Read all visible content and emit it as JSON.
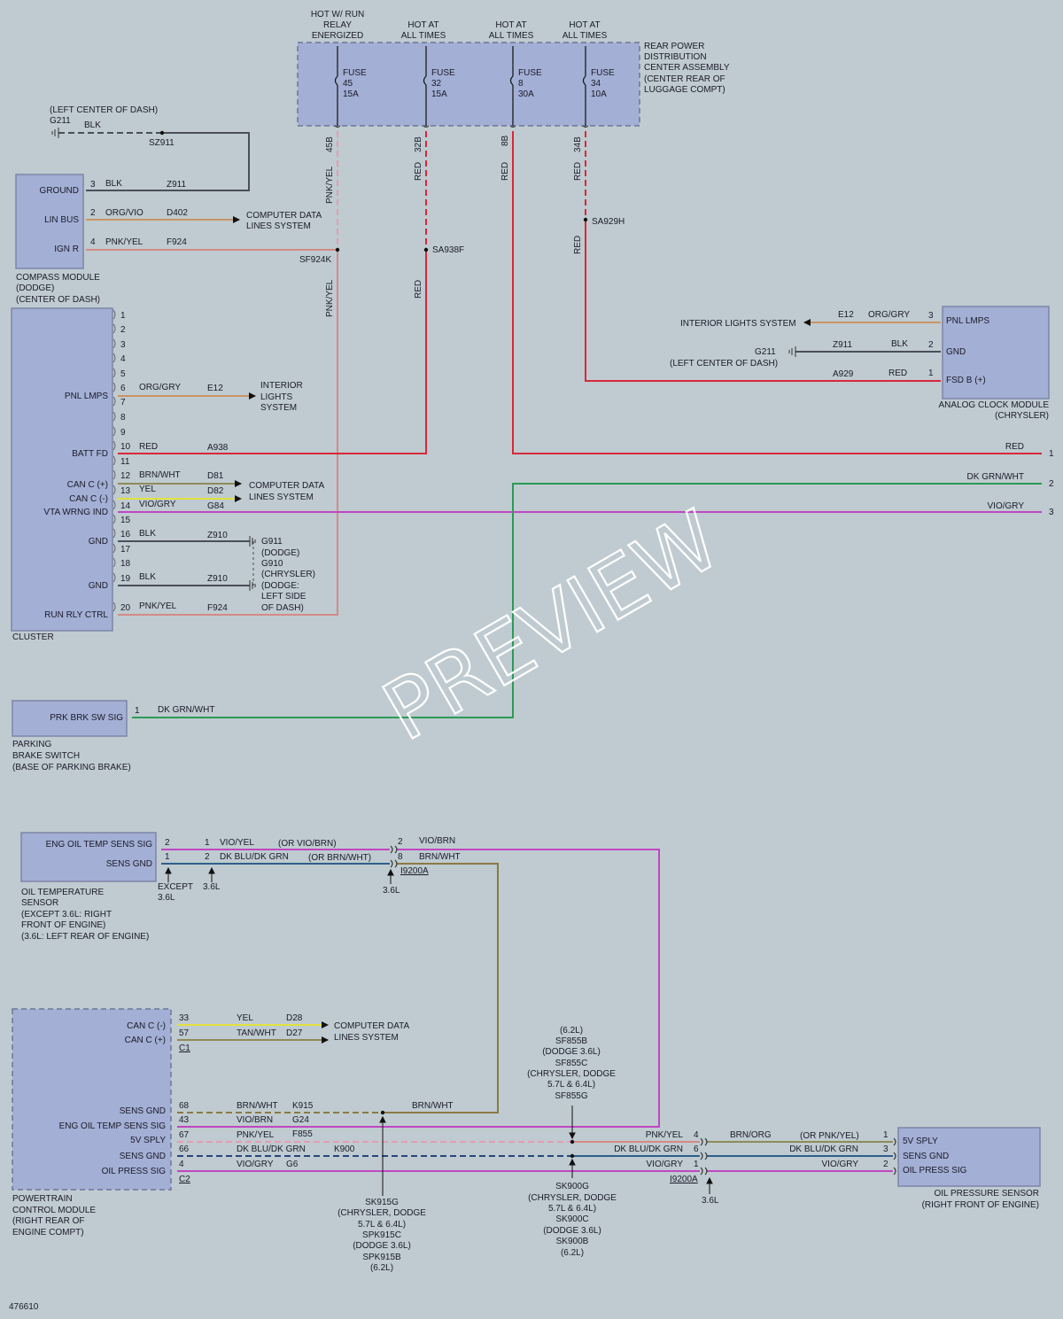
{
  "colors": {
    "background": "#bfcbd0",
    "module": "#a3afd4",
    "module_border": "#7d86a8",
    "red": "#d7283a",
    "pink": "#e89ab4",
    "pnkyel": "#d48a86",
    "orange": "#df9a62",
    "orggry": "#c99466",
    "green": "#2a9a55",
    "vio": "#c046c2",
    "blk": "#4a4f5a",
    "yellow": "#e2e13e",
    "tan": "#8f8a58",
    "navy": "#26477c",
    "dkblu": "#2e5f8a",
    "brnwht": "#8a7a45",
    "watermark": "#ffffff"
  },
  "watermark": "PREVIEW",
  "footer": "476610",
  "fuse_box": {
    "headers": [
      [
        "HOT W/ RUN",
        "RELAY",
        "ENERGIZED"
      ],
      [
        "HOT AT",
        "ALL TIMES"
      ],
      [
        "HOT AT",
        "ALL TIMES"
      ],
      [
        "HOT AT",
        "ALL TIMES"
      ]
    ],
    "fuses": [
      [
        "FUSE",
        "45",
        "15A"
      ],
      [
        "FUSE",
        "32",
        "15A"
      ],
      [
        "FUSE",
        "8",
        "30A"
      ],
      [
        "FUSE",
        "34",
        "10A"
      ]
    ],
    "desc": [
      "REAR POWER",
      "DISTRIBUTION",
      "CENTER ASSEMBLY",
      "(CENTER REAR OF",
      "LUGGAGE COMPT)"
    ],
    "pins": [
      "45B",
      "32B",
      "8B",
      "34B"
    ]
  },
  "vertical_labels": {
    "pnkyel": "PNK/YEL",
    "red": "RED"
  },
  "splices": {
    "sf924k": "SF924K",
    "sa938f": "SA938F",
    "sa929h": "SA929H",
    "sz911": "SZ911"
  },
  "ground_top": {
    "loc": "(LEFT CENTER OF DASH)",
    "id": "G211",
    "wire": "BLK"
  },
  "compass": {
    "pins": [
      {
        "label": "GROUND",
        "num": "3",
        "color": "BLK",
        "circuit": "Z911"
      },
      {
        "label": "LIN BUS",
        "num": "2",
        "color": "ORG/VIO",
        "circuit": "D402"
      },
      {
        "label": "IGN R",
        "num": "4",
        "color": "PNK/YEL",
        "circuit": "F924"
      }
    ],
    "cdl": [
      "COMPUTER DATA",
      "LINES SYSTEM"
    ],
    "name": [
      "COMPASS MODULE",
      "(DODGE)",
      "(CENTER OF DASH)"
    ]
  },
  "cluster": {
    "nums": [
      "1",
      "2",
      "3",
      "4",
      "5",
      "6",
      "7",
      "8",
      "9",
      "10",
      "11",
      "12",
      "13",
      "14",
      "15",
      "16",
      "17",
      "18",
      "19",
      "20"
    ],
    "labels": {
      "pnl": "PNL LMPS",
      "batt": "BATT FD",
      "canp": "CAN C (+)",
      "canm": "CAN C (-)",
      "vta": "VTA WRNG IND",
      "gnd1": "GND",
      "gnd2": "GND",
      "run": "RUN RLY CTRL"
    },
    "wires": {
      "w6": [
        "ORG/GRY",
        "E12"
      ],
      "w10": [
        "RED",
        "A938"
      ],
      "w12": [
        "BRN/WHT",
        "D81"
      ],
      "w13": [
        "YEL",
        "D82"
      ],
      "w14": [
        "VIO/GRY",
        "G84"
      ],
      "w16": [
        "BLK",
        "Z910"
      ],
      "w19": [
        "BLK",
        "Z910"
      ],
      "w20": [
        "PNK/YEL",
        "F924"
      ]
    },
    "ils": [
      "INTERIOR",
      "LIGHTS",
      "SYSTEM"
    ],
    "cdl": [
      "COMPUTER DATA",
      "LINES SYSTEM"
    ],
    "gnd_text": [
      "G911",
      "(DODGE)",
      "G910",
      "(CHRYSLER)",
      "(DODGE:",
      "LEFT SIDE",
      "OF DASH)"
    ],
    "name": "CLUSTER"
  },
  "clock": {
    "pins": [
      {
        "label": "PNL LMPS",
        "num": "3",
        "color": "ORG/GRY",
        "circuit": "E12"
      },
      {
        "label": "GND",
        "num": "2",
        "color": "BLK",
        "circuit": "Z911"
      },
      {
        "label": "FSD B (+)",
        "num": "1",
        "color": "RED",
        "circuit": "A929"
      }
    ],
    "ils": "INTERIOR LIGHTS SYSTEM",
    "gnd": [
      "G211",
      "(LEFT CENTER OF DASH)"
    ],
    "name": [
      "ANALOG CLOCK MODULE",
      "(CHRYSLER)"
    ]
  },
  "right_edge": [
    {
      "color": "RED",
      "num": "1"
    },
    {
      "color": "DK GRN/WHT",
      "num": "2"
    },
    {
      "color": "VIO/GRY",
      "num": "3"
    }
  ],
  "parking": {
    "label": "PRK BRK SW SIG",
    "num": "1",
    "wire": "DK GRN/WHT",
    "name": [
      "PARKING",
      "BRAKE SWITCH",
      "(BASE OF PARKING BRAKE)"
    ]
  },
  "oil_temp": {
    "labels": [
      "ENG OIL TEMP SENS SIG",
      "SENS GND"
    ],
    "pin_a": [
      "2",
      "1"
    ],
    "pin_b": [
      "1",
      "2"
    ],
    "wires": [
      [
        "VIO/YEL",
        "(OR VIO/BRN)"
      ],
      [
        "DK BLU/DK GRN",
        "(OR BRN/WHT)"
      ]
    ],
    "conn_pins": [
      "2",
      "8"
    ],
    "conn_wires": [
      "VIO/BRN",
      "BRN/WHT"
    ],
    "connector": "I9200A",
    "notes": [
      [
        "EXCEPT",
        "3.6L"
      ],
      "3.6L",
      "3.6L"
    ],
    "name": [
      "OIL TEMPERATURE",
      "SENSOR",
      "(EXCEPT 3.6L: RIGHT",
      "FRONT OF ENGINE)",
      "(3.6L: LEFT REAR OF ENGINE)"
    ]
  },
  "pcm": {
    "top": [
      {
        "label": "CAN C (-)",
        "num": "33",
        "color": "YEL",
        "circuit": "D28"
      },
      {
        "label": "CAN C (+)",
        "num": "57",
        "color": "TAN/WHT",
        "circuit": "D27"
      }
    ],
    "c1": "C1",
    "cdl": [
      "COMPUTER DATA",
      "LINES SYSTEM"
    ],
    "bottom": [
      {
        "label": "SENS GND",
        "num": "68",
        "color": "BRN/WHT",
        "circuit": "K915"
      },
      {
        "label": "ENG OIL TEMP SENS SIG",
        "num": "43",
        "color": "VIO/BRN",
        "circuit": "G24"
      },
      {
        "label": "5V SPLY",
        "num": "67",
        "color": "PNK/YEL",
        "circuit": "F855"
      },
      {
        "label": "SENS GND",
        "num": "66",
        "color": "DK BLU/DK GRN",
        "circuit": "K900"
      },
      {
        "label": "OIL PRESS SIG",
        "num": "4",
        "color": "VIO/GRY",
        "circuit": "G6"
      }
    ],
    "c2": "C2",
    "brnwht": "BRN/WHT",
    "name": [
      "POWERTRAIN",
      "CONTROL MODULE",
      "(RIGHT REAR OF",
      "ENGINE COMPT)"
    ]
  },
  "sk915": [
    "SK915G",
    "(CHRYSLER, DODGE",
    "5.7L & 6.4L)",
    "SPK915C",
    "(DODGE 3.6L)",
    "SPK915B",
    "(6.2L)"
  ],
  "sf855": [
    "(6.2L)",
    "SF855B",
    "(DODGE 3.6L)",
    "SF855C",
    "(CHRYSLER, DODGE",
    "5.7L & 6.4L)",
    "SF855G"
  ],
  "sk900": [
    "SK900G",
    "(CHRYSLER, DODGE",
    "5.7L & 6.4L)",
    "SK900C",
    "(DODGE 3.6L)",
    "SK900B",
    "(6.2L)"
  ],
  "oil_press": {
    "conn_pins": [
      "4",
      "6",
      "1"
    ],
    "conn_wires": [
      "PNK/YEL",
      "DK BLU/DK GRN",
      "VIO/GRY"
    ],
    "connector": "I9200A",
    "note": "3.6L",
    "right": [
      {
        "label": "5V SPLY",
        "num": "1",
        "color": "BRN/ORG",
        "alt": "(OR PNK/YEL)"
      },
      {
        "label": "SENS GND",
        "num": "3",
        "color": "DK BLU/DK GRN"
      },
      {
        "label": "OIL PRESS SIG",
        "num": "2",
        "color": "VIO/GRY"
      }
    ],
    "name": [
      "OIL PRESSURE SENSOR",
      "(RIGHT FRONT OF ENGINE)"
    ]
  }
}
